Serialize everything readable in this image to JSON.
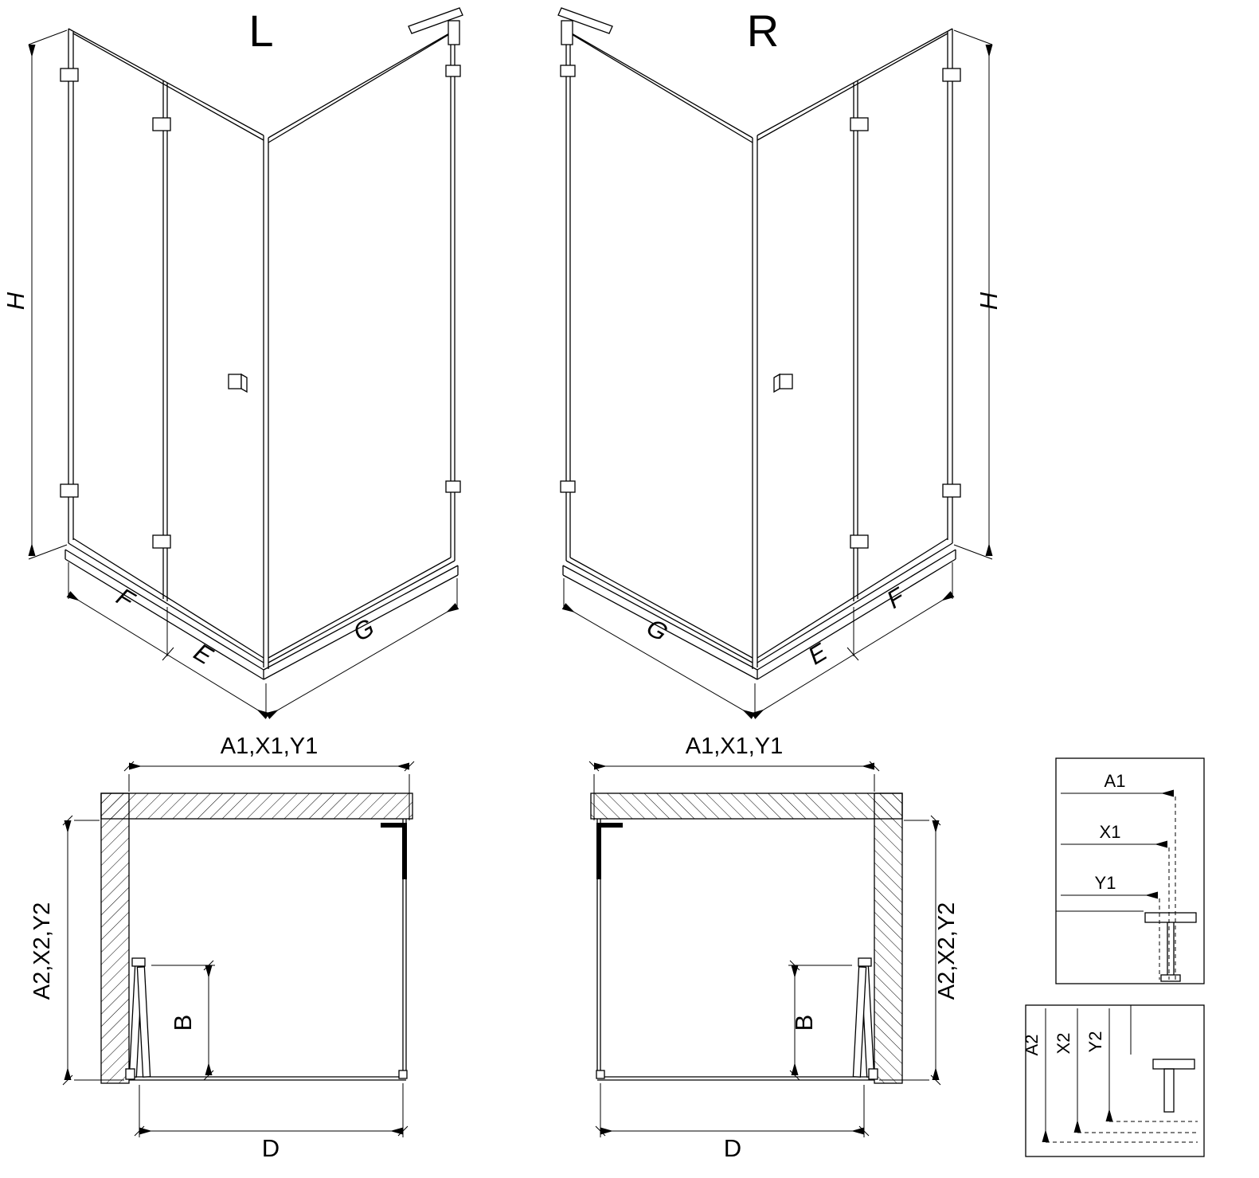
{
  "colors": {
    "line": "#000000",
    "background": "#ffffff"
  },
  "labels": {
    "iso_left": {
      "title": "L",
      "h": "H",
      "f": "F",
      "e": "E",
      "g": "G"
    },
    "iso_right": {
      "title": "R",
      "h": "H",
      "f": "F",
      "e": "E",
      "g": "G"
    },
    "plan_left": {
      "top": "A1,X1,Y1",
      "side": "A2,X2,Y2",
      "b": "B",
      "d": "D"
    },
    "plan_right": {
      "top": "A1,X1,Y1",
      "side": "A2,X2,Y2",
      "b": "B",
      "d": "D"
    },
    "detail_horizontal": {
      "a1": "A1",
      "x1": "X1",
      "y1": "Y1"
    },
    "detail_vertical": {
      "a2": "A2",
      "x2": "X2",
      "y2": "Y2"
    }
  }
}
